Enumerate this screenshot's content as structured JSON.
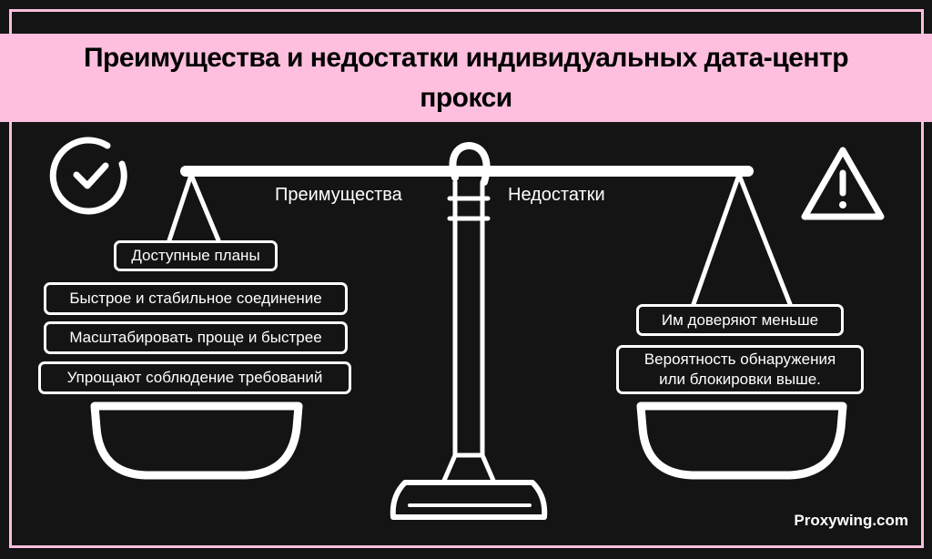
{
  "title": "Преимущества и недостатки индивидуальных дата-центр прокси",
  "left_label": "Преимущества",
  "right_label": "Недостатки",
  "advantages": [
    "Доступные планы",
    "Быстрое и стабильное соединение",
    "Масштабировать проще и быстрее",
    "Упрощают соблюдение требований"
  ],
  "disadvantages": [
    "Им доверяют меньше",
    "Вероятность обнаружения или блокировки выше."
  ],
  "brand": "Proxywing.com",
  "colors": {
    "accent": "#fdbfdd",
    "background": "#141414",
    "foreground": "#ffffff"
  }
}
